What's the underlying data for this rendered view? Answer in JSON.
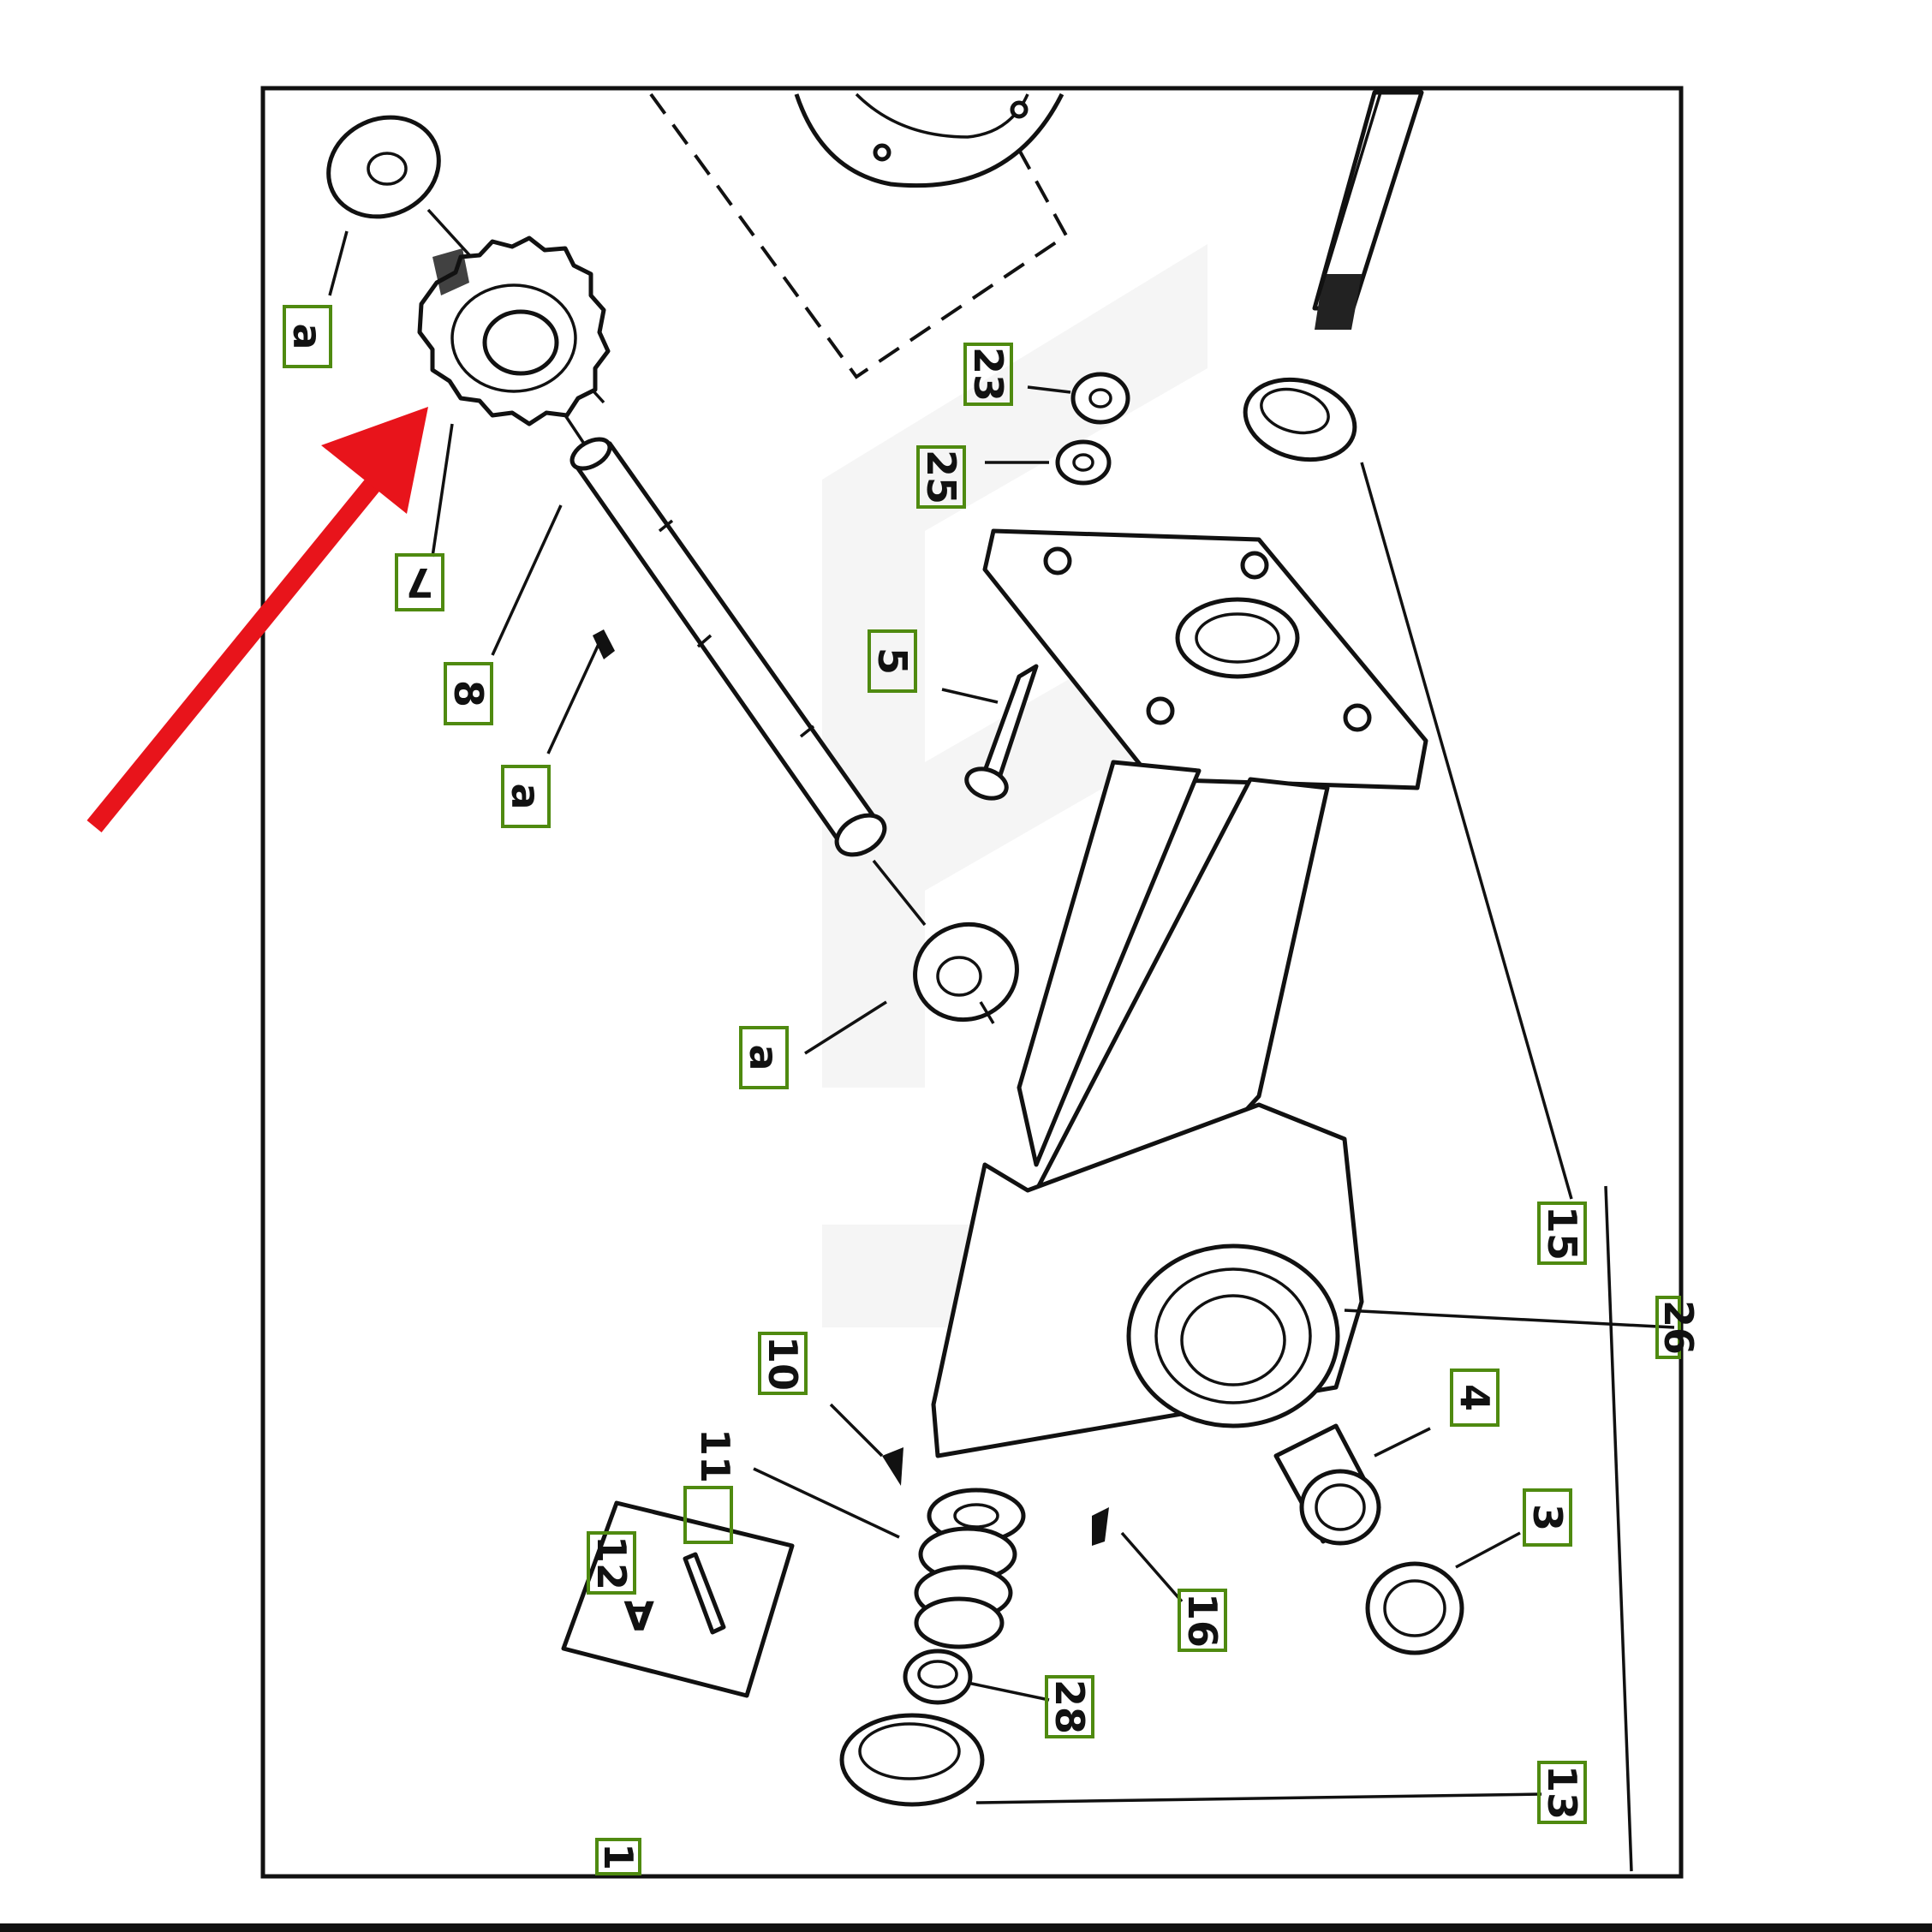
{
  "diagram": {
    "labels": [
      {
        "id": "a-top",
        "text": "a"
      },
      {
        "id": "7",
        "text": "7"
      },
      {
        "id": "8",
        "text": "8"
      },
      {
        "id": "a-mid",
        "text": "a"
      },
      {
        "id": "a-low",
        "text": "a"
      },
      {
        "id": "5",
        "text": "5"
      },
      {
        "id": "23",
        "text": "23"
      },
      {
        "id": "25",
        "text": "25"
      },
      {
        "id": "15",
        "text": "15"
      },
      {
        "id": "26",
        "text": "26"
      },
      {
        "id": "4",
        "text": "4"
      },
      {
        "id": "3",
        "text": "3"
      },
      {
        "id": "10",
        "text": "10"
      },
      {
        "id": "11",
        "text": "11"
      },
      {
        "id": "blank",
        "text": ""
      },
      {
        "id": "12",
        "text": "12"
      },
      {
        "id": "16",
        "text": "16"
      },
      {
        "id": "28",
        "text": "28"
      },
      {
        "id": "13",
        "text": "13"
      },
      {
        "id": "1",
        "text": "1"
      }
    ],
    "inset_label": "A",
    "highlight_color": "#e8141b",
    "label_box_color": "#4f8a10"
  }
}
